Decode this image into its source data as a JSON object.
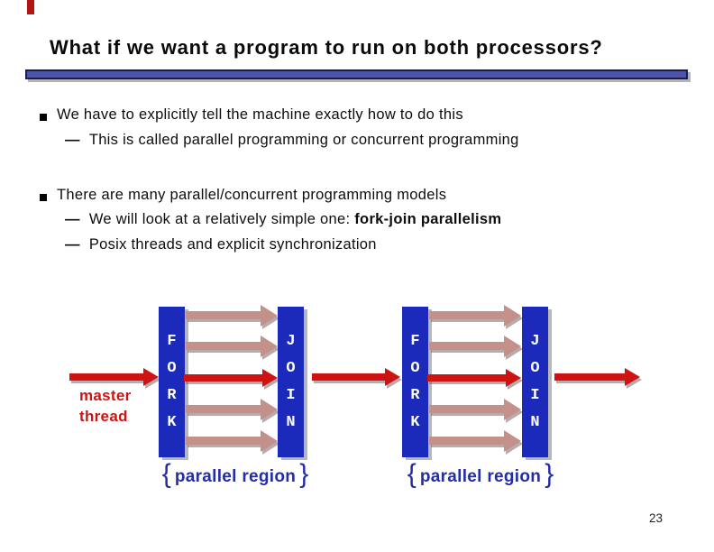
{
  "slide": {
    "title": "What if we want a program to run on both processors?",
    "page_number": "23",
    "background": "#ffffff"
  },
  "bullets": {
    "dash": "—",
    "item1": "We have to explicitly tell the machine exactly how to do this",
    "item1_sub1": "This is called parallel programming or concurrent programming",
    "item2": "There are many parallel/concurrent programming models",
    "item2_sub1_prefix": "We will look at a relatively simple one: ",
    "item2_sub1_bold": "fork-join parallelism",
    "item2_sub2": "Posix threads and explicit synchronization"
  },
  "diagram": {
    "fork_word": "FORK",
    "join_word": "JOIN",
    "master_label_line1": "master",
    "master_label_line2": "thread",
    "region_label": "parallel region",
    "brace_open": "{",
    "brace_close": "}",
    "colors": {
      "bar_blue": "#1c2abc",
      "arrow_red": "#ce1412",
      "worker_salmon": "#c4908a",
      "region_label_blue": "#232da5",
      "master_text_red": "#cc1411",
      "title_underline_fill": "#4d54ab",
      "title_underline_border": "#1a1a55",
      "corner_accent_red": "#b01513"
    }
  }
}
